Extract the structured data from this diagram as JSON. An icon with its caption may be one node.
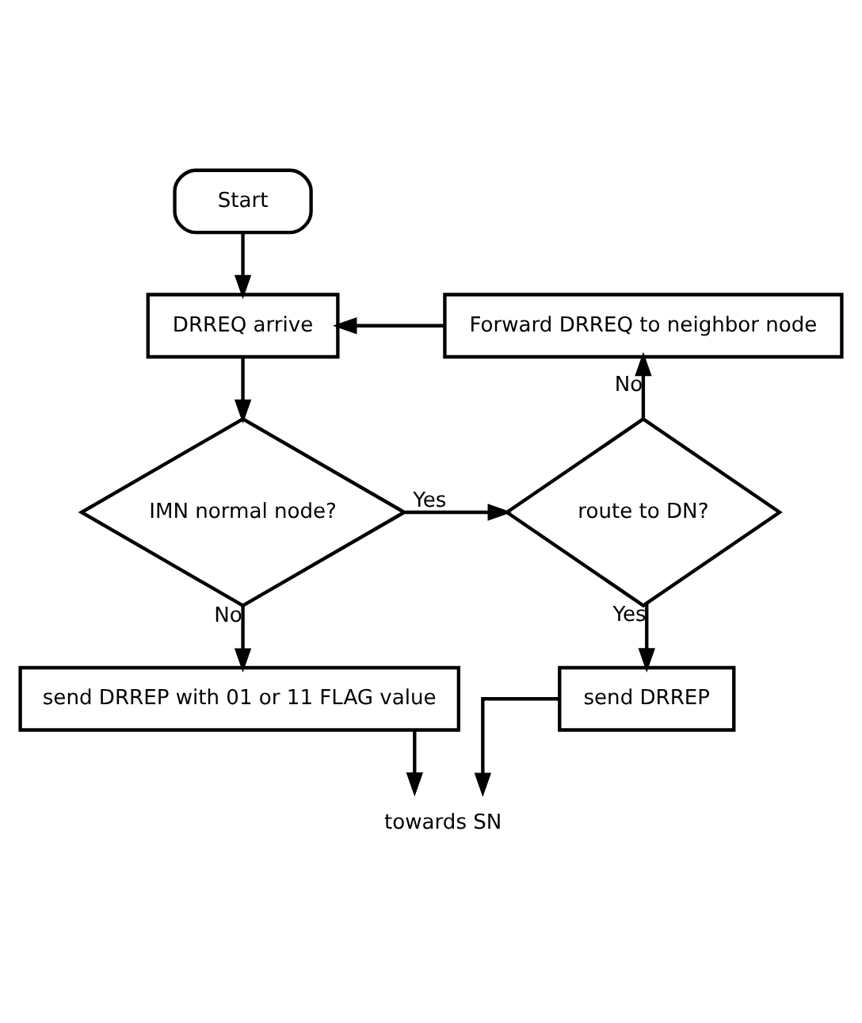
{
  "diagram": {
    "nodes": [
      {
        "text": [
          "Start"
        ]
      },
      {
        "text": [
          "DRREQ arrive"
        ]
      },
      {
        "text": [
          "IMN normal node?"
        ]
      },
      {
        "text": [
          "route to DN?"
        ]
      },
      {
        "text": [
          "Forward DRREQ to neighbor node"
        ]
      },
      {
        "text": [
          "send DRREP with 01 or 11 FLAG value"
        ]
      },
      {
        "text": [
          "send DRREP"
        ]
      },
      {
        "text": [
          "towards SN"
        ]
      }
    ],
    "edges": [
      {
        "from": 0,
        "to": 1,
        "arrow": "to"
      },
      {
        "from": 1,
        "to": 2,
        "arrow": "to"
      },
      {
        "from": 2,
        "to": 3,
        "arrow": "to",
        "label": "Yes"
      },
      {
        "from": 3,
        "to": 4,
        "arrow": "to",
        "label": "No"
      },
      {
        "from": 4,
        "to": 1,
        "arrow": "to"
      },
      {
        "from": 2,
        "to": 5,
        "arrow": "to",
        "label": "No"
      },
      {
        "from": 3,
        "to": 6,
        "arrow": "to",
        "label": "Yes"
      },
      {
        "from": 5,
        "to": 7,
        "arrow": "to"
      },
      {
        "from": 6,
        "to": 7,
        "arrow": "to"
      }
    ]
  }
}
